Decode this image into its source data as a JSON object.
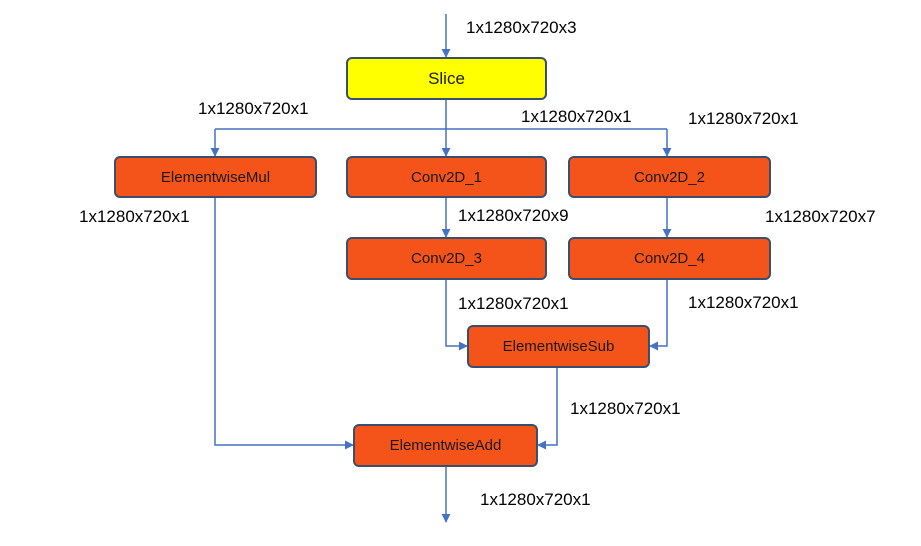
{
  "nodes": {
    "slice": "Slice",
    "mul": "ElementwiseMul",
    "conv1": "Conv2D_1",
    "conv2": "Conv2D_2",
    "conv3": "Conv2D_3",
    "conv4": "Conv2D_4",
    "sub": "ElementwiseSub",
    "add": "ElementwiseAdd"
  },
  "edges": {
    "input": "1x1280x720x3",
    "slice_to_mul": "1x1280x720x1",
    "slice_to_conv1": "1x1280x720x1",
    "slice_to_conv2": "1x1280x720x1",
    "mul_out": "1x1280x720x1",
    "conv1_out": "1x1280x720x9",
    "conv2_out": "1x1280x720x7",
    "conv3_out": "1x1280x720x1",
    "conv4_out": "1x1280x720x1",
    "sub_out": "1x1280x720x1",
    "output": "1x1280x720x1"
  },
  "colors": {
    "op_fill": "#f4541a",
    "slice_fill": "#ffff00",
    "border": "#3a4f6e",
    "arrow": "#4472c4"
  }
}
